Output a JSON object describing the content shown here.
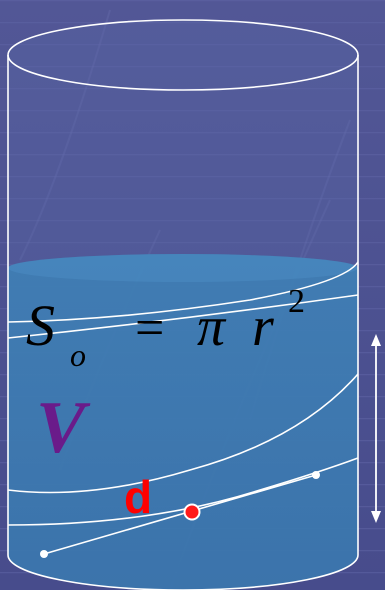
{
  "formula": {
    "S": "S",
    "sub": "o",
    "eq": "=",
    "pi": "π",
    "r": "r",
    "exp": "2"
  },
  "volume_label": "V",
  "point_label": "d",
  "colors": {
    "background": "#4a4f8f",
    "water": "#3e7fb8",
    "outline": "#ffffff",
    "point": "#ff0000",
    "volume_text": "#6a1b8a"
  },
  "icons": [
    "double-headed-vertical-arrow-icon"
  ]
}
